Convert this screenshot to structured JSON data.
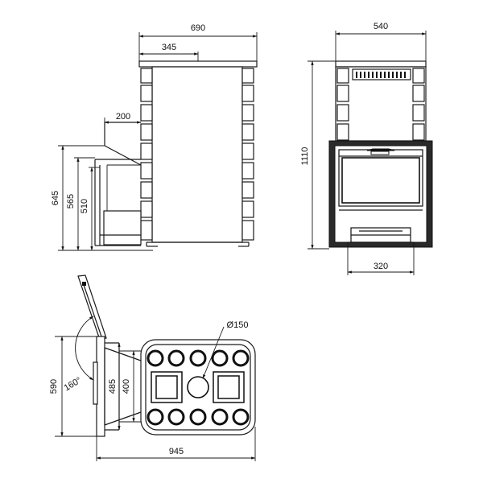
{
  "dimensions": {
    "width_total": "690",
    "half_width": "345",
    "shelf_depth": "200",
    "height_645": "645",
    "height_565": "565",
    "height_510": "510",
    "front_width": "540",
    "total_height": "1110",
    "door_width": "320",
    "pipe_diameter": "Ø150",
    "plan_depth": "590",
    "plan_485": "485",
    "plan_400": "400",
    "door_angle": "160°",
    "plan_length": "945"
  }
}
